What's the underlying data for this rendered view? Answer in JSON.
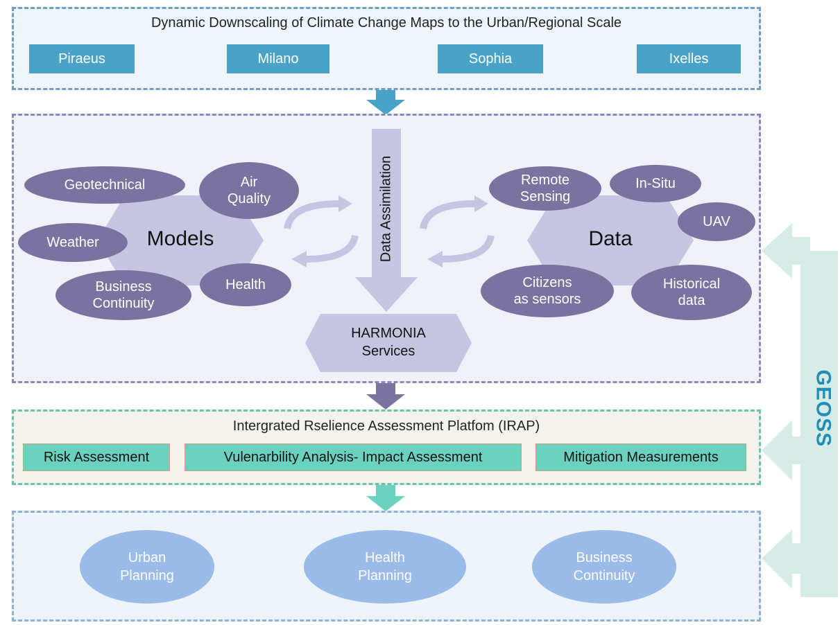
{
  "top": {
    "title": "Dynamic Downscaling of Climate Change Maps to the Urban/Regional Scale",
    "cities": [
      "Piraeus",
      "Milano",
      "Sophia",
      "Ixelles"
    ]
  },
  "models": {
    "center": "Models",
    "items": {
      "geotechnical": "Geotechnical",
      "air_quality": "Air\nQuality",
      "weather": "Weather",
      "business_continuity": "Business\nContinuity",
      "health": "Health"
    }
  },
  "data_assimilation": "Data Assimilation",
  "services": "HARMONIA\nServices",
  "data": {
    "center": "Data",
    "items": {
      "remote_sensing": "Remote\nSensing",
      "in_situ": "In-Situ",
      "uav": "UAV",
      "citizens": "Citizens\nas sensors",
      "historical": "Historical\ndata"
    }
  },
  "irap": {
    "title": "Intergrated Rselience Assessment Platfom (IRAP)",
    "items": [
      "Risk Assessment",
      "Vulenarbility Analysis- Impact Assessment",
      "Mitigation Measurements"
    ]
  },
  "outcomes": [
    "Urban\nPlanning",
    "Health\nPlanning",
    "Business\nContinuity"
  ],
  "geoss": "GEOSS",
  "colors": {
    "city_box": "#4aa3c6",
    "model_oval": "#7a739f",
    "hexagon": "#c6c6e3",
    "irap_box": "#6bd2c0",
    "outcome_oval": "#9bbbe8",
    "geoss_arrow": "#d7ece7",
    "geoss_text": "#1f8fb8"
  }
}
